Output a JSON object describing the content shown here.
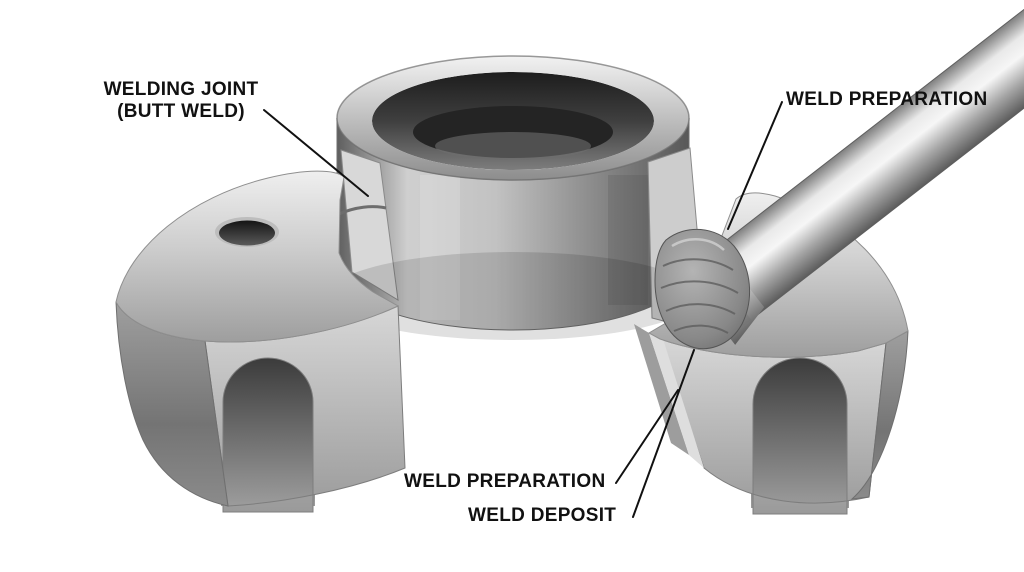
{
  "annotations": [
    {
      "id": "welding-joint",
      "text_lines": [
        "WELDING JOINT",
        "(BUTT WELD)"
      ]
    },
    {
      "id": "weld-preparation-top",
      "text": "WELD PREPARATION"
    },
    {
      "id": "weld-preparation-bottom",
      "text": "WELD PREPARATION"
    },
    {
      "id": "weld-deposit",
      "text": "WELD DEPOSIT"
    }
  ],
  "colors": {
    "background": "#ffffff",
    "label_text": "#111111",
    "leader_line": "#111111",
    "metal_highlight": "#f6f6f6",
    "metal_light": "#d8d8d8",
    "metal_mid": "#a8a8a8",
    "metal_dark": "#5e5e5e",
    "bore_interior": "#2a2a2a",
    "weld_bead": "#8a8a8a"
  }
}
